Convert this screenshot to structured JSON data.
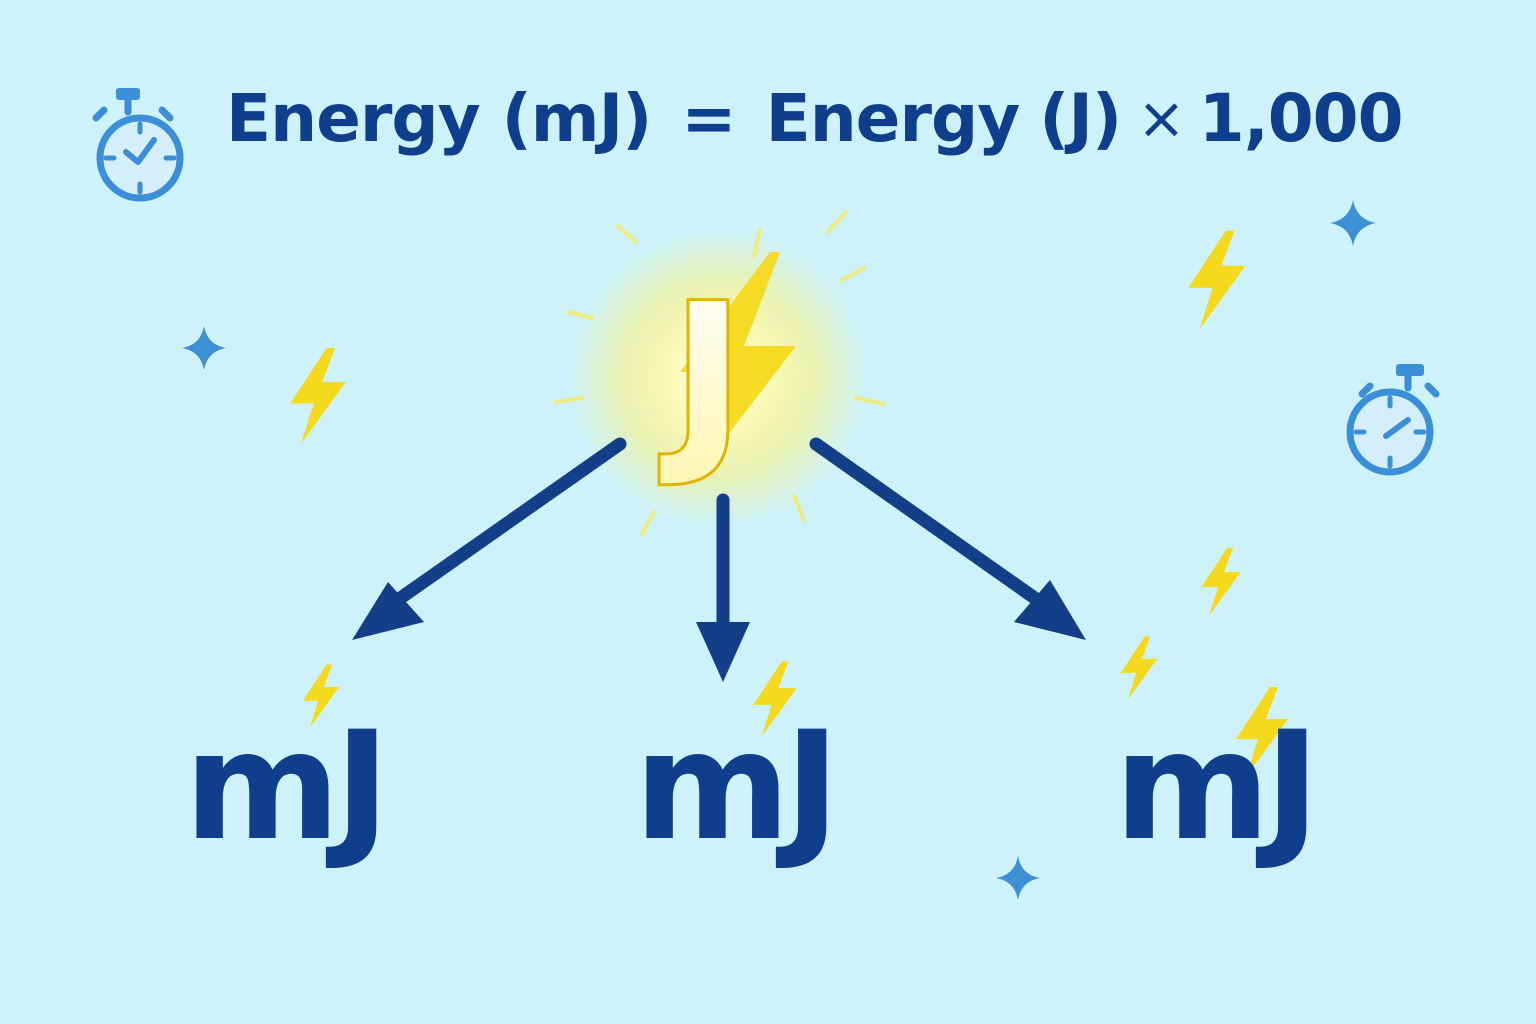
{
  "formula": {
    "lhs": "Energy (mJ)",
    "equals": "=",
    "rhs_quantity": "Energy",
    "rhs_unit": "(J)",
    "operator": "×",
    "factor": "1,000"
  },
  "source_unit": "J",
  "target_units": [
    "mJ",
    "mJ",
    "mJ"
  ],
  "icons": [
    "stopwatch-icon",
    "lightning-bolt-icon",
    "sparkle-icon",
    "arrow-icon"
  ],
  "colors": {
    "background": "#cdf2fb",
    "text_primary": "#0f3f8c",
    "arrow": "#123f88",
    "bolt": "#f5d91c",
    "glow": "#fff59a",
    "sparkle": "#3d8fd6",
    "stopwatch": "#3b8fd9"
  }
}
